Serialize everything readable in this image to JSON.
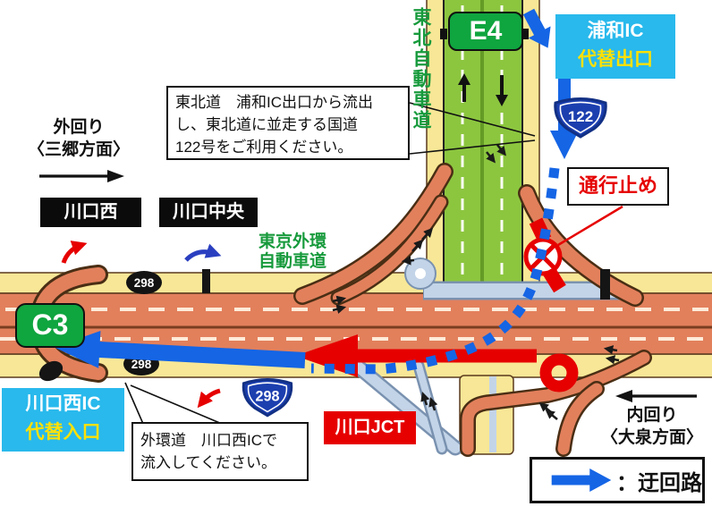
{
  "directions": {
    "outer_loop_name": "外回り",
    "outer_loop_dest": "〈三郷方面〉",
    "inner_loop_name": "内回り",
    "inner_loop_dest": "〈大泉方面〉"
  },
  "expressways": {
    "tohoku_name_vertical": "東北自動車道",
    "tohoku_code": "E4",
    "gaikan_name_line1": "東京外環",
    "gaikan_name_line2": "自動車道",
    "gaikan_code": "C3"
  },
  "interchanges": {
    "kawaguchi_nishi_sign": "川口西",
    "kawaguchi_chuo_sign": "川口中央",
    "junction_label": "川口JCT"
  },
  "route_numbers": {
    "national_route_122": "122",
    "national_route_298_shield": "298",
    "route_298_marker_upper": "298",
    "route_298_marker_lower": "298"
  },
  "alternate_exit": {
    "ic_name": "浦和IC",
    "role_label": "代替出口"
  },
  "alternate_entrance": {
    "ic_name": "川口西IC",
    "role_label": "代替入口"
  },
  "closure": {
    "label": "通行止め"
  },
  "notes": {
    "exit_note_line1": "東北道　浦和IC出口から流出",
    "exit_note_line2": "し、東北道に並走する国道",
    "exit_note_line3": "122号をご利用ください。",
    "entry_note_line1": "外環道　川口西ICで",
    "entry_note_line2": "流入してください。"
  },
  "legend": {
    "detour_label": "：迂回路"
  },
  "colors": {
    "expressway_green": "#8CC63F",
    "ramp_salmon": "#E2805C",
    "local_road_yellow": "#F7E796",
    "ramp_blue_gray": "#C3D4E8",
    "detour_blue": "#1565E5",
    "closure_red": "#E60000",
    "alternate_cyan": "#29B9EC",
    "badge_green": "#0FA53F",
    "shield_blue": "#1C3FAF"
  }
}
